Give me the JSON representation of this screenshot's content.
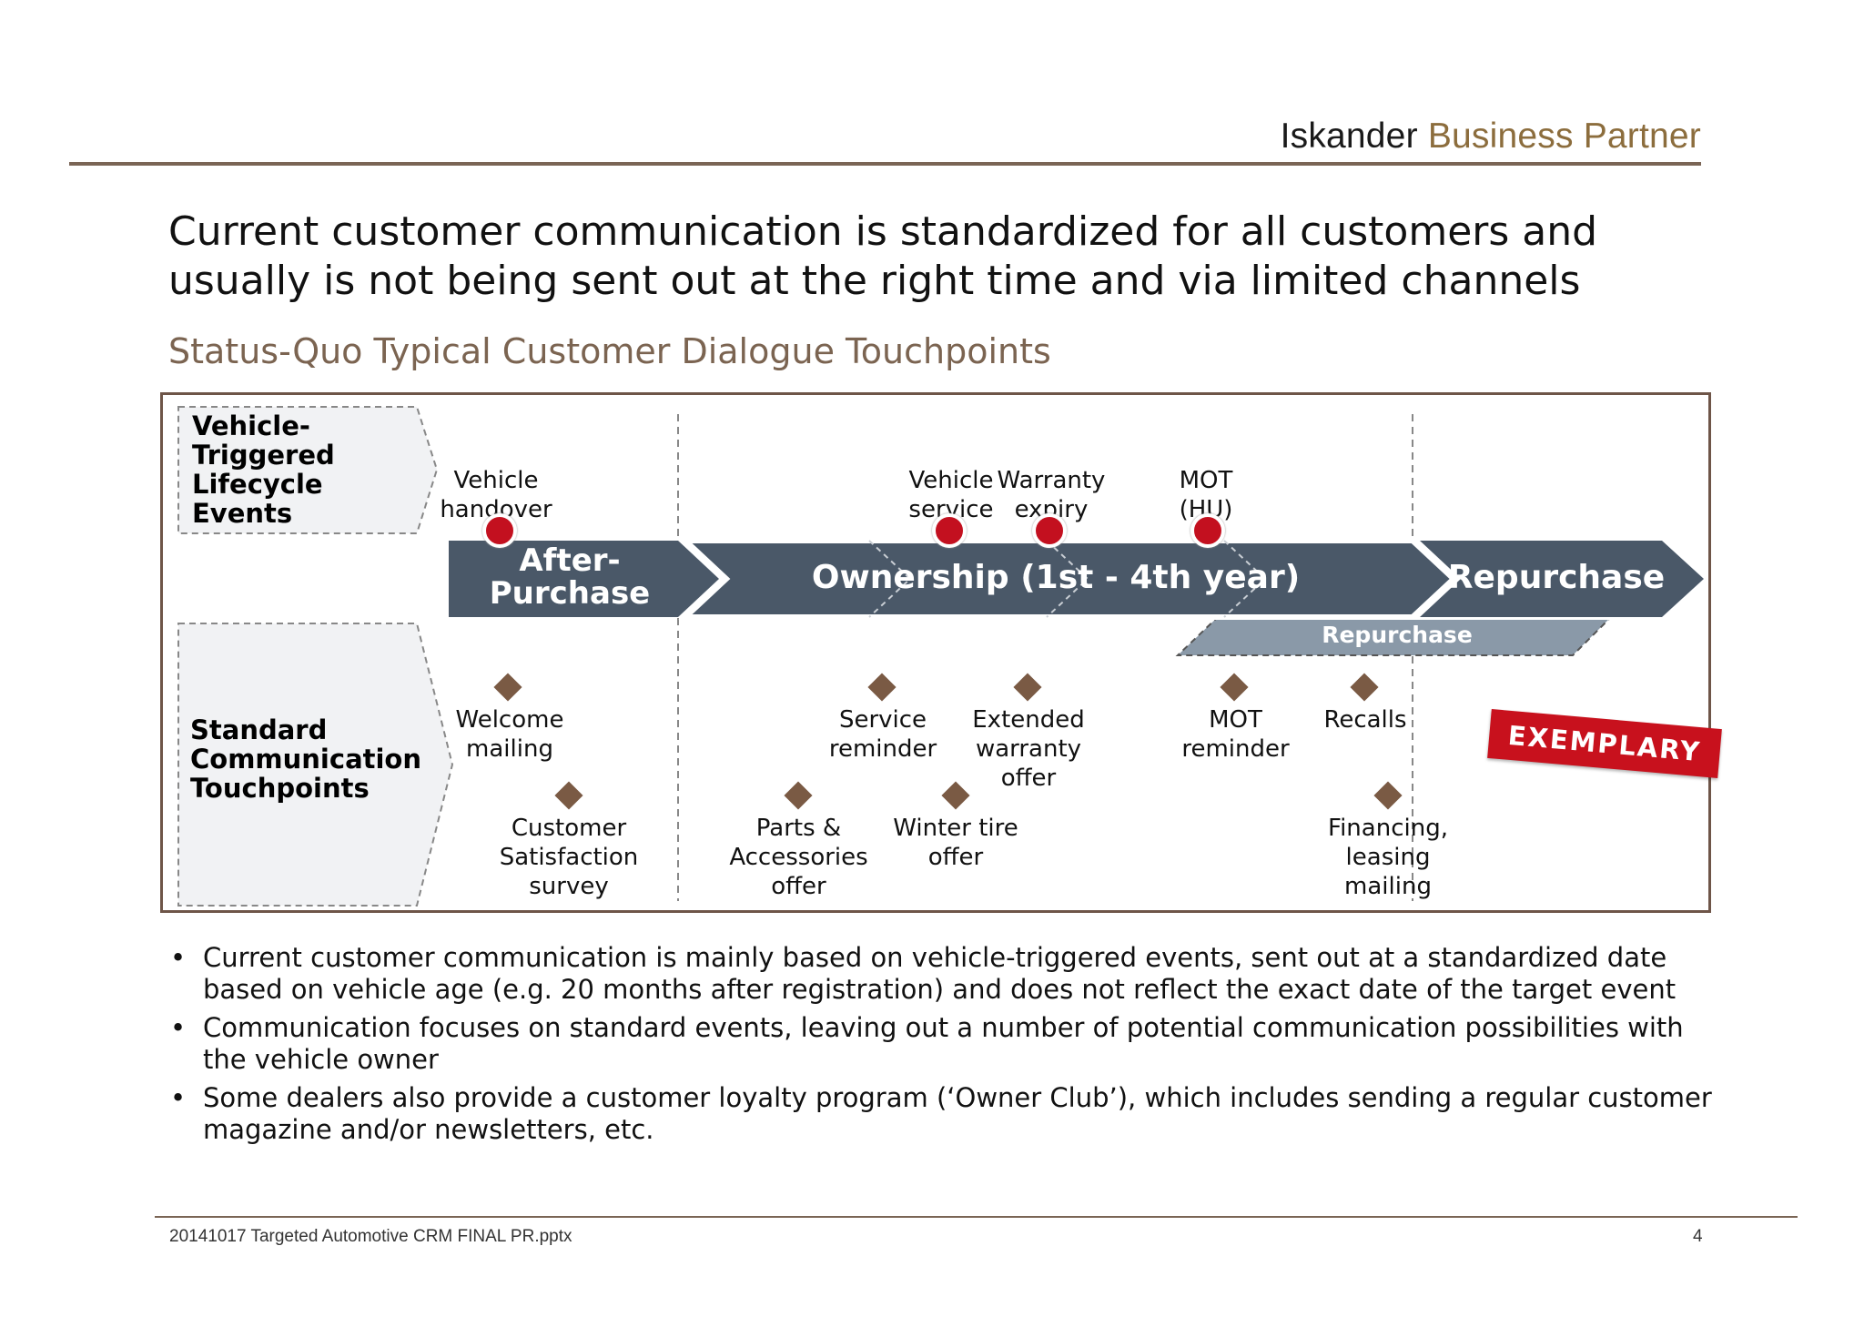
{
  "brand": {
    "part1": "Iskander",
    "part2": "Business Partner"
  },
  "headline": "Current customer communication is standardized for all customers and usually is not being sent out at the right time and via limited channels",
  "subtitle": "Status-Quo Typical Customer Dialogue Touchpoints",
  "row_labels": {
    "vehicle_events": "Vehicle-Triggered Lifecycle Events",
    "standard_touchpoints": "Standard Communication Touchpoints"
  },
  "phases": {
    "after_purchase": "After-Purchase",
    "ownership": "Ownership (1st - 4th year)",
    "repurchase": "Repurchase",
    "repurchase_sub": "Repurchase"
  },
  "vehicle_events": [
    "Vehicle handover",
    "Vehicle service",
    "Warranty expiry",
    "MOT (HU)"
  ],
  "touchpoints": [
    "Welcome mailing",
    "Customer Satisfaction survey",
    "Parts & Accessories offer",
    "Service reminder",
    "Winter tire offer",
    "Extended warranty offer",
    "MOT reminder",
    "Recalls",
    "Financing, leasing mailing"
  ],
  "stamp": "EXEMPLARY",
  "bullets": [
    "Current customer communication is mainly based on vehicle-triggered events, sent out at a standardized date based on vehicle age (e.g. 20 months after registration) and does not reflect the exact date of the target event",
    "Communication focuses on standard events, leaving out a number of potential communication possibilities with the vehicle owner",
    "Some dealers also provide a customer loyalty program (‘Owner Club’), which includes sending a regular customer magazine and/or newsletters, etc."
  ],
  "bullet_symbol": "•",
  "footer": {
    "file": "20141017 Targeted Automotive CRM FINAL PR.pptx",
    "page": "4"
  },
  "colors": {
    "accent_red": "#c3101f",
    "arrow_dark": "#4a5868",
    "arrow_light": "#8a99a8",
    "frame": "#6e5548",
    "diamond": "#7a5a44",
    "brand_gold": "#8c6d3d"
  }
}
